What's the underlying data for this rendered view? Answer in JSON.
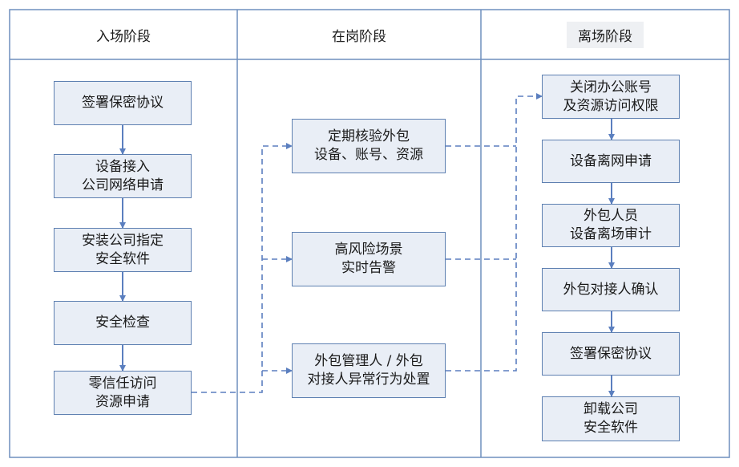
{
  "columns": {
    "onboarding": {
      "title": "入场阶段"
    },
    "on_duty": {
      "title": "在岗阶段"
    },
    "offboarding": {
      "title": "离场阶段"
    }
  },
  "onboarding_steps": [
    {
      "lines": [
        "签署保密协议"
      ]
    },
    {
      "lines": [
        "设备接入",
        "公司网络申请"
      ]
    },
    {
      "lines": [
        "安装公司指定",
        "安全软件"
      ]
    },
    {
      "lines": [
        "安全检查"
      ]
    },
    {
      "lines": [
        "零信任访问",
        "资源申请"
      ]
    }
  ],
  "on_duty_steps": [
    {
      "lines": [
        "定期核验外包",
        "设备、账号、资源"
      ]
    },
    {
      "lines": [
        "高风险场景",
        "实时告警"
      ]
    },
    {
      "lines": [
        "外包管理人 / 外包",
        "对接人异常行为处置"
      ]
    }
  ],
  "offboarding_steps": [
    {
      "lines": [
        "关闭办公账号",
        "及资源访问权限"
      ]
    },
    {
      "lines": [
        "设备离网申请"
      ]
    },
    {
      "lines": [
        "外包人员",
        "设备离场审计"
      ]
    },
    {
      "lines": [
        "外包对接人确认"
      ]
    },
    {
      "lines": [
        "签署保密协议"
      ]
    },
    {
      "lines": [
        "卸载公司",
        "安全软件"
      ]
    }
  ],
  "colors": {
    "frame": "#6f8fbe",
    "node_fill": "#e9eef6",
    "node_border": "#5e80b1",
    "arrow": "#5b7fbf",
    "header_tint": "#eef0f3"
  }
}
